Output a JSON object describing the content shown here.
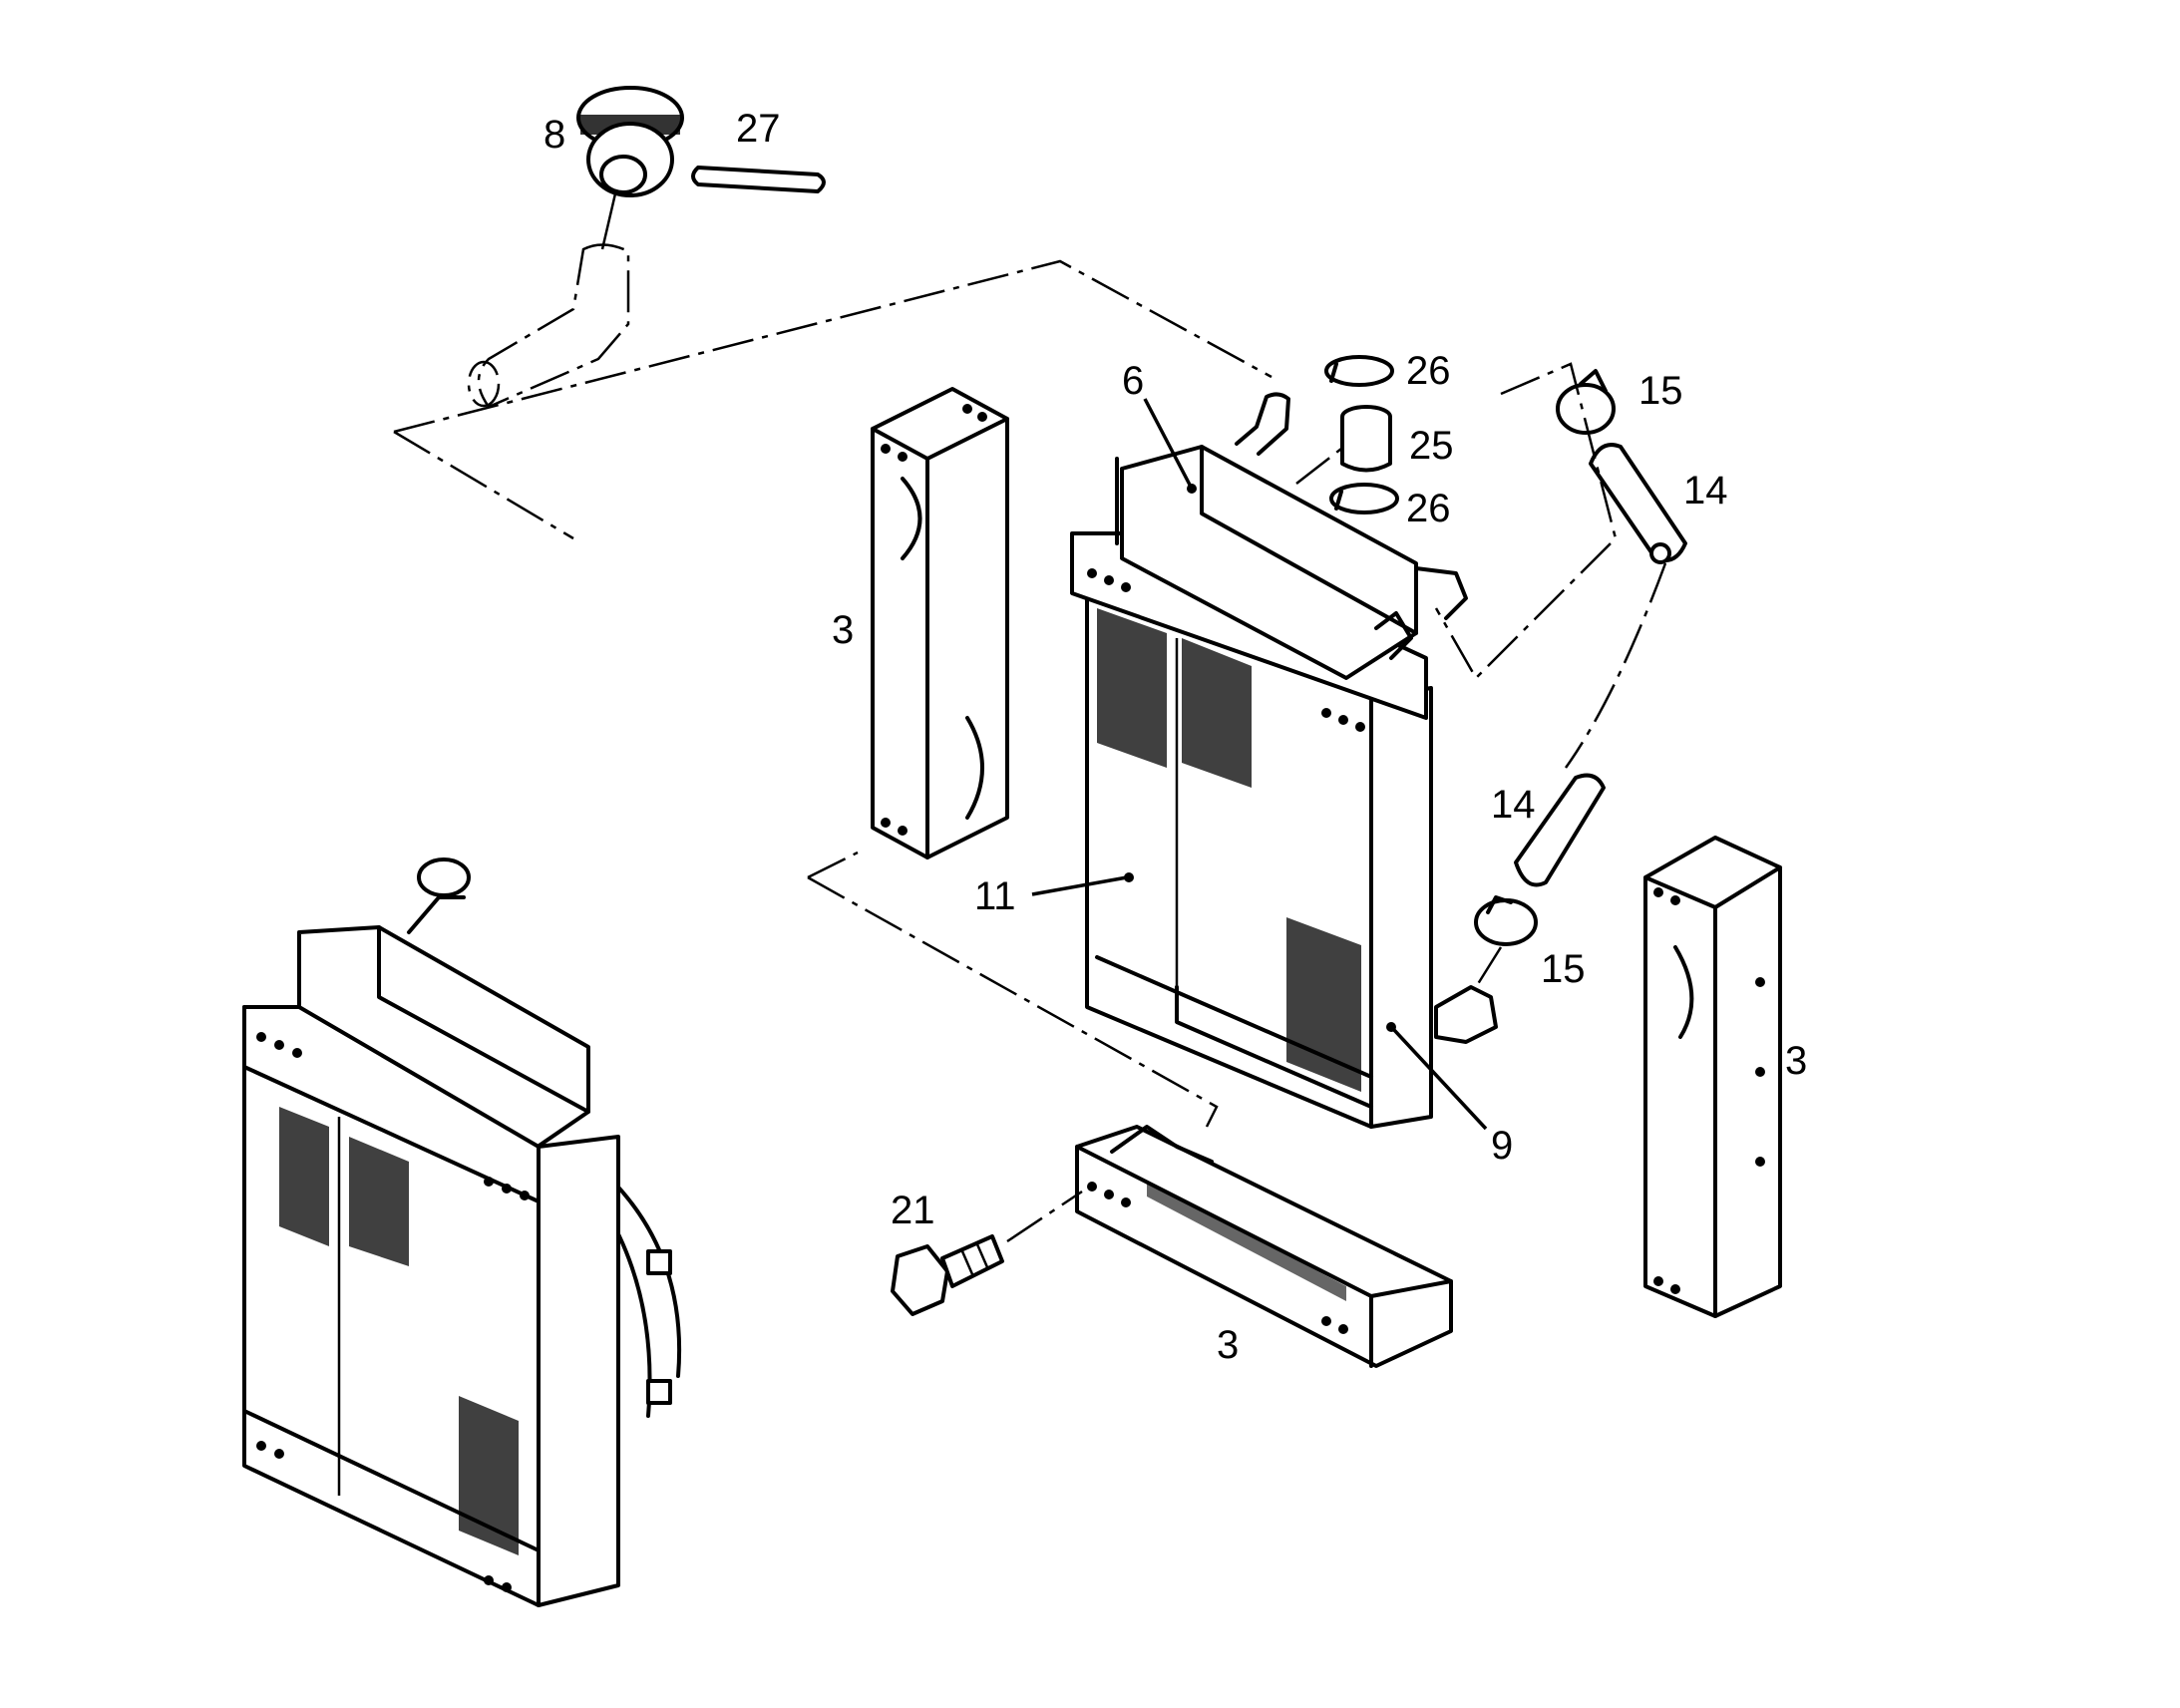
{
  "callouts": {
    "c8": "8",
    "c27": "27",
    "c26a": "26",
    "c15a": "15",
    "c6": "6",
    "c25": "25",
    "c14a": "14",
    "c26b": "26",
    "c3a": "3",
    "c14b": "14",
    "c11": "11",
    "c15b": "15",
    "c3b": "3",
    "c9": "9",
    "c21": "21",
    "c3c": "3"
  }
}
